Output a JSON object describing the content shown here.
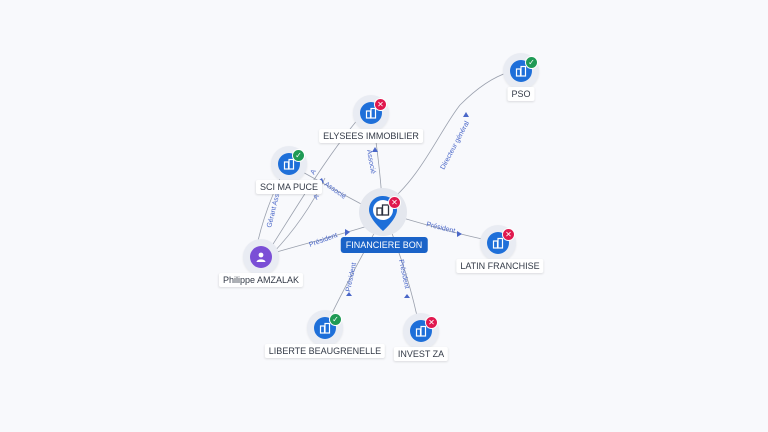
{
  "center": {
    "label": "FINANCIERE BON",
    "status": "ko",
    "icon": "company-icon"
  },
  "nodes": [
    {
      "id": "pso",
      "label": "PSO",
      "status": "ok",
      "icon": "company-icon"
    },
    {
      "id": "elysees",
      "label": "ELYSEES IMMOBILIER",
      "status": "ko",
      "icon": "company-icon"
    },
    {
      "id": "sci",
      "label": "SCI MA PUCE",
      "status": "ok",
      "icon": "company-icon"
    },
    {
      "id": "philippe",
      "label": "Philippe AMZALAK",
      "status": "",
      "icon": "person-icon"
    },
    {
      "id": "latin",
      "label": "LATIN FRANCHISE",
      "status": "ko",
      "icon": "company-icon"
    },
    {
      "id": "liberte",
      "label": "LIBERTE BEAUGRENELLE",
      "status": "ok",
      "icon": "company-icon"
    },
    {
      "id": "invest",
      "label": "INVEST ZA",
      "status": "ko",
      "icon": "company-icon"
    }
  ],
  "edges": [
    {
      "id": "e-pso",
      "label": "Directeur général"
    },
    {
      "id": "e-elysees",
      "label": "Associé"
    },
    {
      "id": "e-sci",
      "label": "Associé"
    },
    {
      "id": "e-latin",
      "label": "Président"
    },
    {
      "id": "e-liberte",
      "label": "Président"
    },
    {
      "id": "e-invest",
      "label": "Président"
    },
    {
      "id": "e-phil-center",
      "label": "Président"
    },
    {
      "id": "e-phil-sci",
      "label": "Gérant Associé"
    },
    {
      "id": "e-phil-elysees",
      "label": "A"
    },
    {
      "id": "e-phil-sci2",
      "label": "A"
    }
  ],
  "colors": {
    "accent": "#1e6fd9",
    "ok": "#1f9a55",
    "ko": "#e0194f",
    "person": "#7b4fd6",
    "edge": "#9aa0ad",
    "edge_label": "#4a67c8"
  }
}
